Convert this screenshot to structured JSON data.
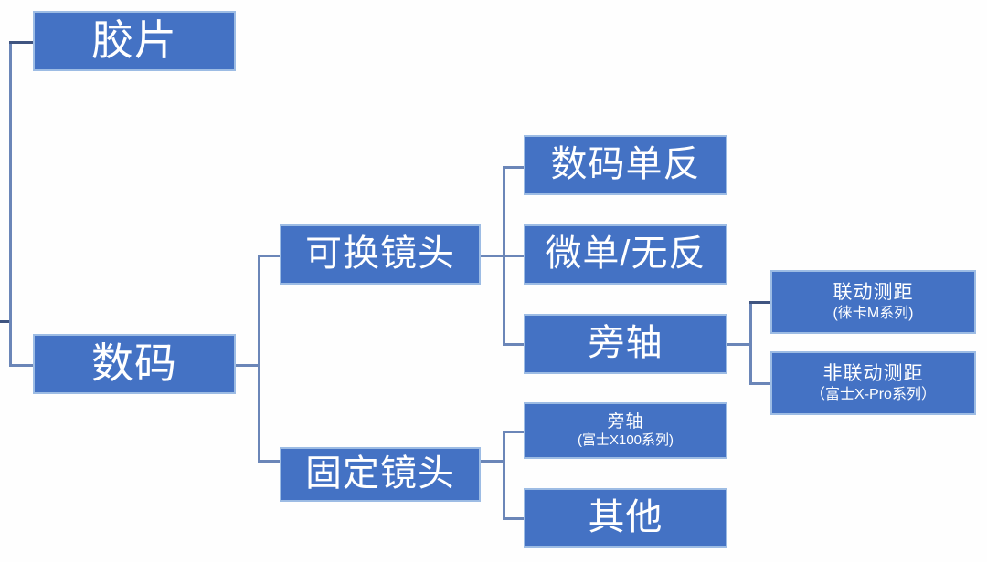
{
  "diagram": {
    "type": "tree-mindmap",
    "orientation": "left-to-right",
    "accent_color": "#4472c4",
    "border_color": "#9dbce4",
    "line_color": "#6b86b8",
    "text_color": "#ffffff",
    "background": "#fefefe"
  },
  "nodes": {
    "film": {
      "label": "胶片"
    },
    "digital": {
      "label": "数码"
    },
    "interchangeable": {
      "label": "可换镜头"
    },
    "fixed": {
      "label": "固定镜头"
    },
    "dslr": {
      "label": "数码单反"
    },
    "mirrorless": {
      "label": "微单/无反"
    },
    "rangefinder": {
      "label": "旁轴"
    },
    "coupled": {
      "label": "联动测距",
      "sub": "(徕卡M系列)"
    },
    "uncoupled": {
      "label": "非联动测距",
      "sub": "（富士X-Pro系列）"
    },
    "fixed_rangefinder": {
      "label": "旁轴",
      "sub": "(富士X100系列)"
    },
    "other": {
      "label": "其他"
    }
  }
}
